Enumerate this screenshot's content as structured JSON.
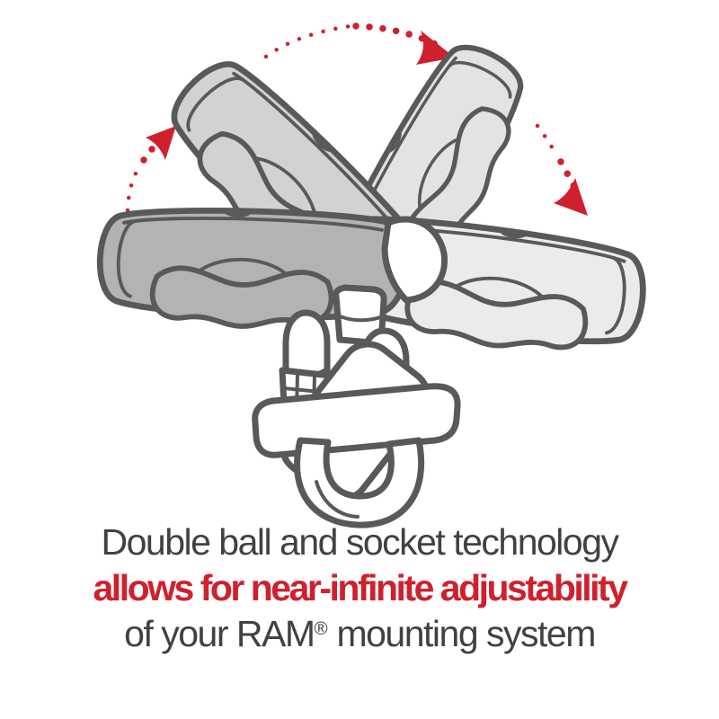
{
  "colors": {
    "background": "#ffffff",
    "outline": "#58595b",
    "arm_front": "#b1b3b5",
    "arm_upper_left": "#d0d2d4",
    "arm_upper_right": "#e2e3e5",
    "arm_right": "#eaebec",
    "hardware": "#ffffff",
    "accent_red": "#d0202d",
    "text": "#414042"
  },
  "illustration": {
    "alt": "Double socket arm shown pivoting through four positions on a ball above a handlebar U-bolt base",
    "arm_positions": [
      "front",
      "upper-left",
      "upper-right",
      "right"
    ],
    "arrows": [
      "rotate-up-left",
      "rotate-across-top",
      "rotate-down-right"
    ]
  },
  "caption": {
    "line1": "Double ball and socket technology",
    "line2": "allows for near-infinite adjustability",
    "line3_prefix": "of your RAM",
    "line3_reg_mark": "®",
    "line3_suffix": " mounting system"
  }
}
